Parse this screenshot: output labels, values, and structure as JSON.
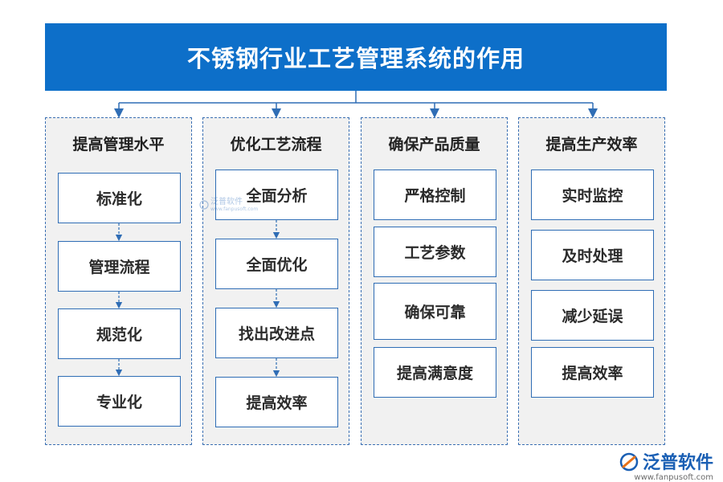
{
  "title": "不锈钢行业工艺管理系统的作用",
  "columns": [
    {
      "heading": "提高管理水平",
      "items": [
        "标准化",
        "管理流程",
        "规范化",
        "专业化"
      ]
    },
    {
      "heading": "优化工艺流程",
      "items": [
        "全面分析",
        "全面优化",
        "找出改进点",
        "提高效率"
      ]
    },
    {
      "heading": "确保产品质量",
      "items": [
        "严格控制",
        "工艺参数",
        "确保可靠",
        "提高满意度"
      ]
    },
    {
      "heading": "提高生产效率",
      "items": [
        "实时监控",
        "及时处理",
        "减少延误",
        "提高效率"
      ]
    }
  ],
  "logo": {
    "name": "泛普软件",
    "url": "www.fanpusoft.com"
  },
  "watermark": {
    "name": "泛普软件",
    "sub": "www.fanpusoft.com"
  },
  "colors": {
    "title_bg": "#0d6fc9",
    "border": "#2f6db5",
    "column_bg": "#f1f1f1"
  }
}
